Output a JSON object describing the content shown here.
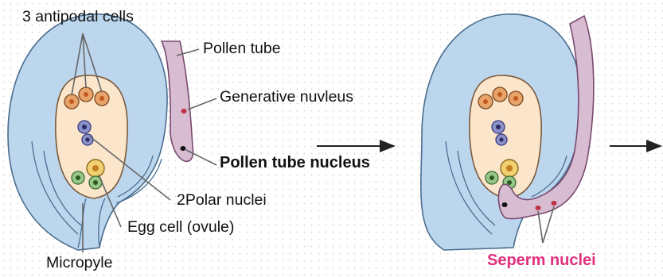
{
  "labels": {
    "antipodal": "3 antipodal cells",
    "pollen_tube": "Pollen tube",
    "generative": "Generative nuvleus",
    "pollen_nucleus": "Pollen tube nucleus",
    "polar": "2Polar nuclei",
    "egg": "Egg cell (ovule)",
    "micropyle": "Micropyle",
    "sperm": "Seperm nuclei"
  },
  "colors": {
    "integument": "#bcd6ee",
    "embryo_sac": "#fbe5cb",
    "pollen_tube": "#d8bcd2",
    "sperm_label": "#e0307e"
  }
}
